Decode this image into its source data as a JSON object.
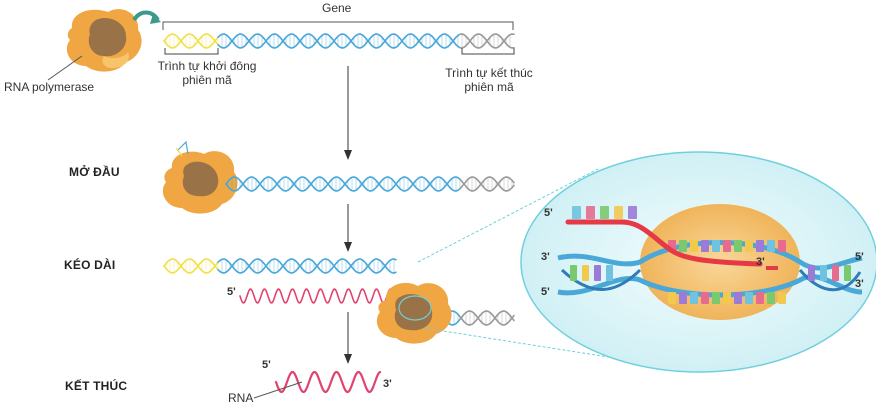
{
  "labels": {
    "gene": "Gene",
    "rna_polymerase": "RNA polymerase",
    "promoter_line1": "Trình tự khởi đông",
    "promoter_line2": "phiên mã",
    "terminator_line1": "Trình tự kết thúc",
    "terminator_line2": "phiên mã",
    "rna": "RNA"
  },
  "stages": {
    "initiation": "MỞ ĐẦU",
    "elongation": "KÉO DÀI",
    "termination": "KẾT THÚC"
  },
  "primes": {
    "five": "5'",
    "three": "3'"
  },
  "colors": {
    "dna_blue": "#4aa8d8",
    "promoter_yellow": "#f2e04a",
    "terminator_gray": "#9a9a9a",
    "rna_pink": "#e0446e",
    "rna_red": "#e53945",
    "polymerase_orange": "#f0a642",
    "polymerase_brown": "#8a6a48",
    "zoom_border": "#6fd0dc",
    "zoom_fill": "#d9f4f7"
  }
}
